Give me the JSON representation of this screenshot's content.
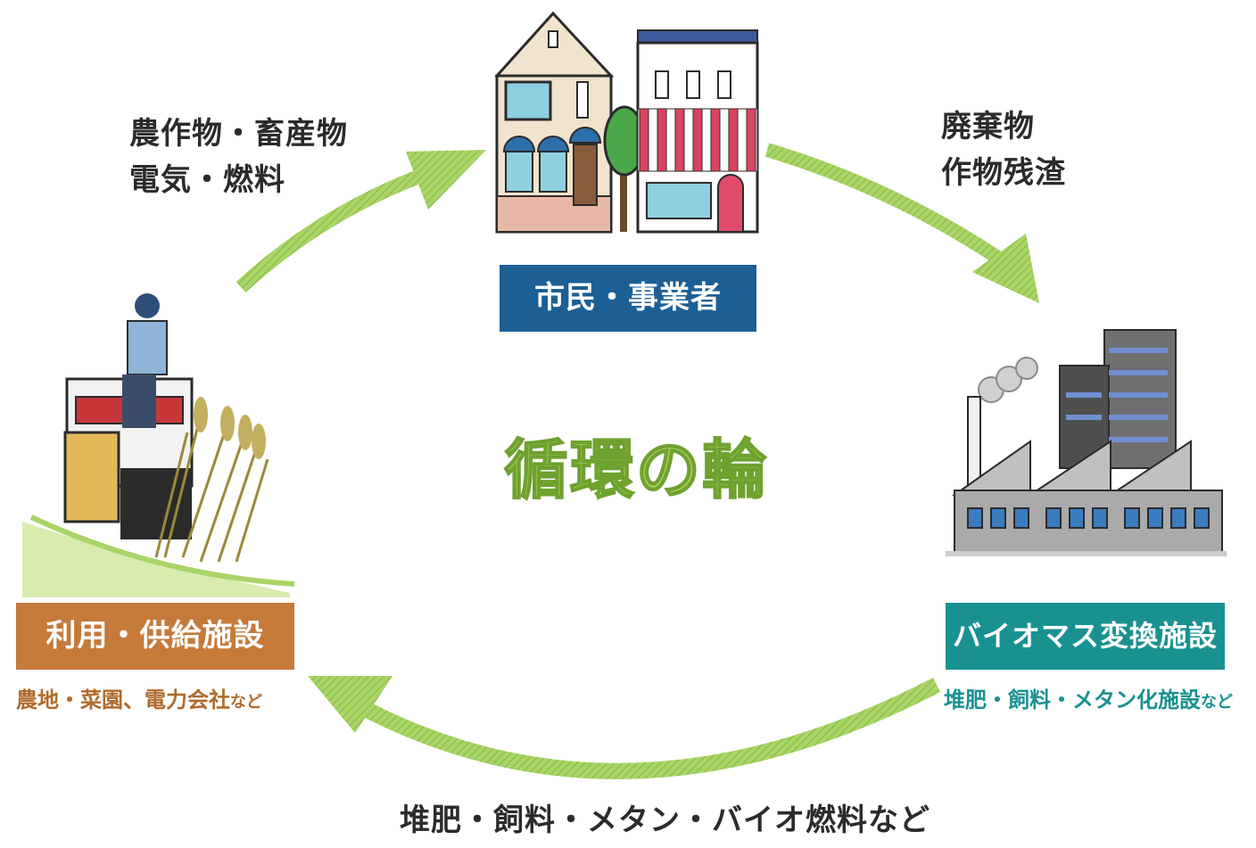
{
  "flows": {
    "top_left": [
      "農作物・畜産物",
      "電気・燃料"
    ],
    "top_right": [
      "廃棄物",
      "作物残渣"
    ],
    "bottom": "堆肥・飼料・メタン・バイオ燃料など"
  },
  "center_label": "循環の輪",
  "nodes": {
    "citizens": {
      "label": "市民・事業者",
      "color": "#1c5f95"
    },
    "usage": {
      "label": "利用・供給施設",
      "sub_main": "農地・菜園、電力会社",
      "sub_small": "など",
      "color": "#c57a3a"
    },
    "biomass": {
      "label": "バイオマス変換施設",
      "sub_main": "堆肥・飼料・メタン化施設",
      "sub_small": "など",
      "color": "#1a9191",
      "sub_color": "#1a9191"
    }
  },
  "colors": {
    "arrow": "#9ccc53",
    "usage_sub": "#b06a2c"
  },
  "icons": [
    "houses-illustration",
    "factory-illustration",
    "farmer-harvester-illustration"
  ]
}
